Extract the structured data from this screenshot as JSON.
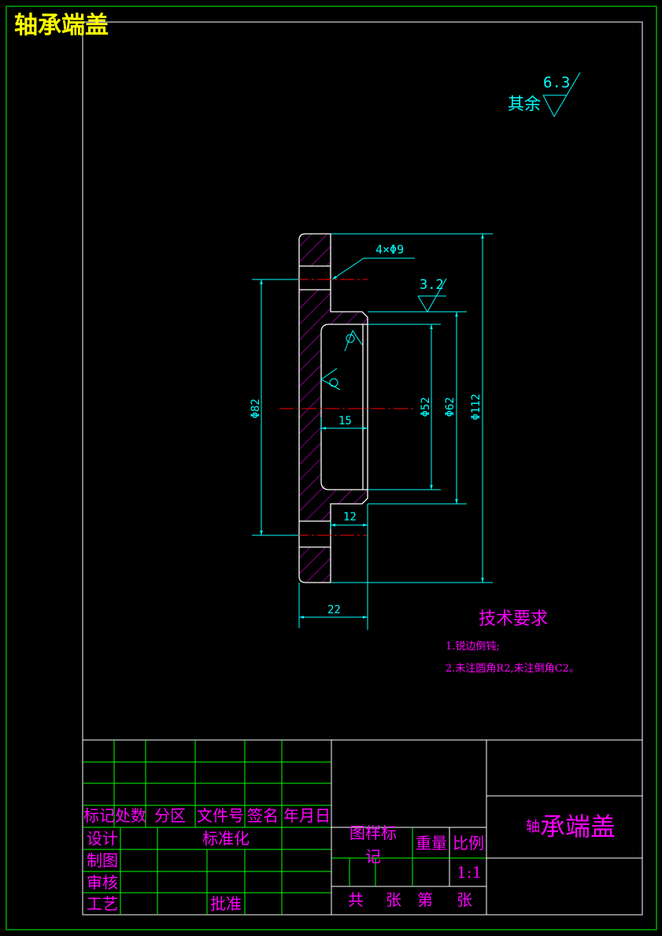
{
  "drawing": {
    "corner_title": "轴承端盖",
    "roughness_note": {
      "prefix": "其余",
      "value": "6.3"
    },
    "dimensions": {
      "holes": "4×Φ9",
      "roughness_bore": "3.2",
      "d82": "Φ82",
      "d52": "Φ52",
      "d62": "Φ62",
      "d112": "Φ112",
      "len15": "15",
      "len12": "12",
      "len22": "22"
    },
    "tech_requirements": {
      "heading": "技术要求",
      "items": [
        "1.锐边倒钝;",
        "2.未注圆角R2,未注倒角C2。"
      ]
    }
  },
  "title_block": {
    "headers": [
      "标记",
      "处数",
      "分区",
      "文件号",
      "签名",
      "年月日"
    ],
    "rows": {
      "design": "设计",
      "standardize": "标准化",
      "drafting": "制图",
      "review": "审核",
      "process": "工艺",
      "approve": "批准"
    },
    "marking_label": "图样标记",
    "weight_label": "重量",
    "scale_label": "比例",
    "scale_value": "1:1",
    "sheet_labels": [
      "共",
      "张",
      "第",
      "张"
    ],
    "part_name": {
      "small": "轴",
      "big": "承端盖"
    }
  },
  "colors": {
    "frame": "#00ff00",
    "border_inner": "#ffffff",
    "outline": "#ffffff",
    "hatch": "#ff00ff",
    "dimension": "#00ffff",
    "centerline": "#ff0000",
    "title_yellow": "#ffff00",
    "text_magenta": "#ff00ff"
  }
}
